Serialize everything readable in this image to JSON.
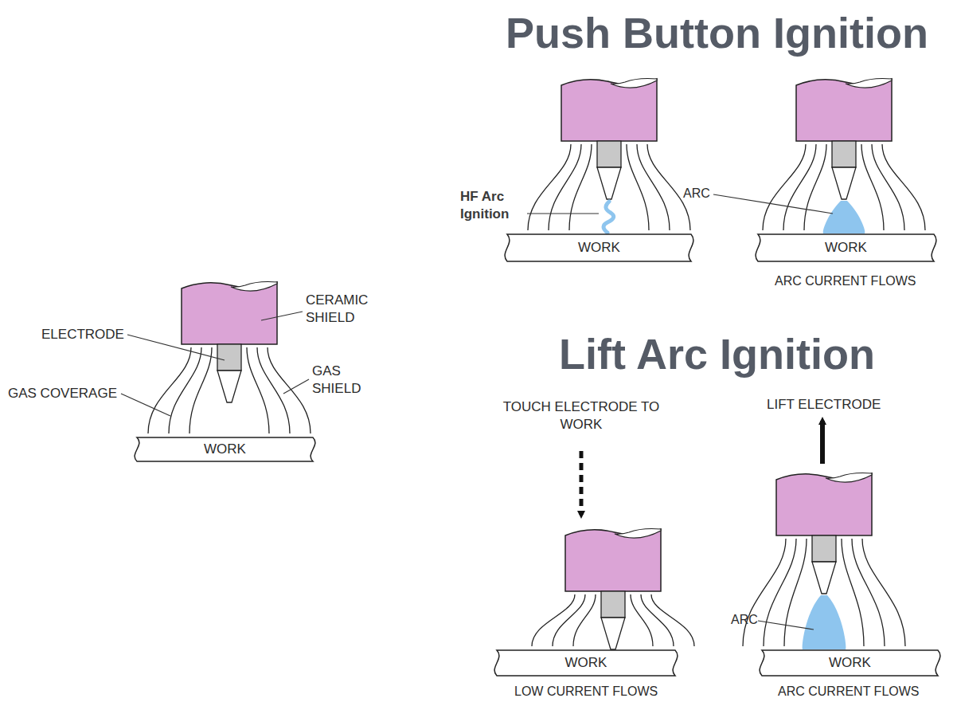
{
  "diagram": {
    "nodes": [
      {
        "text": [
          "WORK"
        ]
      },
      {
        "text": [
          "WORK"
        ]
      },
      {
        "text": [
          "WORK"
        ]
      },
      {
        "text": [
          "WORK"
        ]
      },
      {
        "text": [
          "WORK"
        ]
      }
    ],
    "labels": [
      "Push Button Ignition",
      "HF Arc Ignition",
      "ARC",
      "ARC CURRENT FLOWS",
      "CERAMIC SHIELD",
      "ELECTRODE",
      "GAS SHIELD",
      "GAS COVERAGE",
      "Lift Arc Ignition",
      "TOUCH ELECTRODE TO WORK",
      "LIFT ELECTRODE",
      "ARC",
      "LOW CURRENT FLOWS",
      "ARC CURRENT FLOWS"
    ]
  }
}
